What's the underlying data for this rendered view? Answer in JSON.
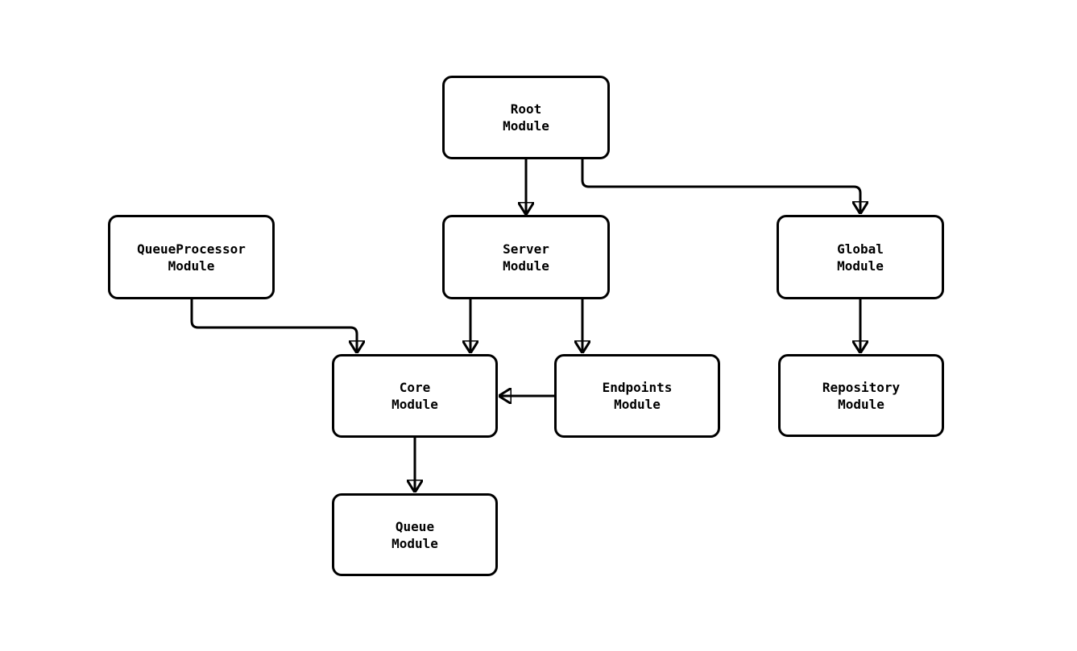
{
  "diagram": {
    "type": "flowchart",
    "background_color": "#ffffff",
    "stroke_color": "#000000",
    "node_fill_color": "#ffffff",
    "text_color": "#000000",
    "nodes": [
      {
        "id": "root",
        "label": "Root Module",
        "line1": "Root",
        "line2": "Module"
      },
      {
        "id": "server",
        "label": "Server Module",
        "line1": "Server",
        "line2": "Module"
      },
      {
        "id": "global",
        "label": "Global Module",
        "line1": "Global",
        "line2": "Module"
      },
      {
        "id": "queueprocessor",
        "label": "QueueProcessor Module",
        "line1": "QueueProcessor",
        "line2": "Module"
      },
      {
        "id": "core",
        "label": "Core Module",
        "line1": "Core",
        "line2": "Module"
      },
      {
        "id": "endpoints",
        "label": "Endpoints Module",
        "line1": "Endpoints",
        "line2": "Module"
      },
      {
        "id": "repository",
        "label": "Repository Module",
        "line1": "Repository",
        "line2": "Module"
      },
      {
        "id": "queue",
        "label": "Queue Module",
        "line1": "Queue",
        "line2": "Module"
      }
    ],
    "edges": [
      {
        "from": "Root Module",
        "to": "Server Module"
      },
      {
        "from": "Root Module",
        "to": "Global Module"
      },
      {
        "from": "QueueProcessor Module",
        "to": "Core Module"
      },
      {
        "from": "Server Module",
        "to": "Core Module"
      },
      {
        "from": "Server Module",
        "to": "Endpoints Module"
      },
      {
        "from": "Endpoints Module",
        "to": "Core Module"
      },
      {
        "from": "Global Module",
        "to": "Repository Module"
      },
      {
        "from": "Core Module",
        "to": "Queue Module"
      }
    ]
  }
}
